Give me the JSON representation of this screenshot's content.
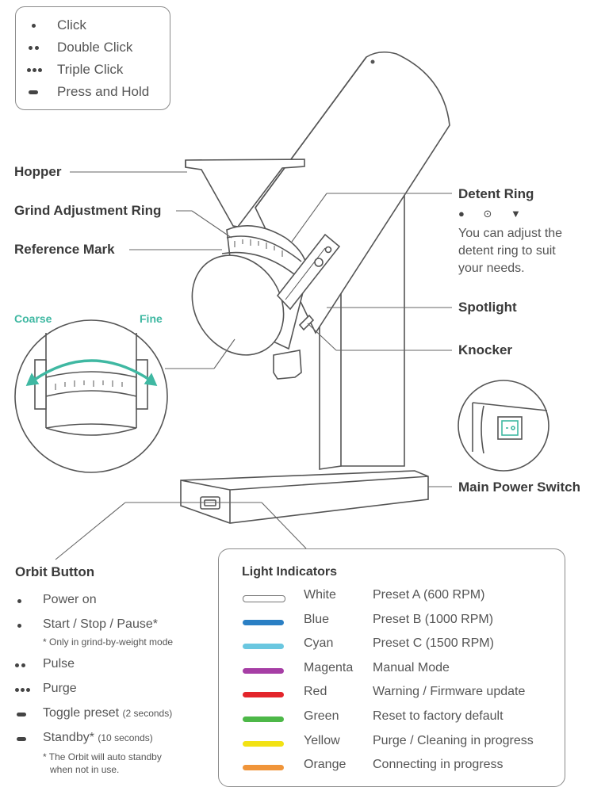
{
  "legend": {
    "items": [
      {
        "symbol": "single-dot",
        "label": "Click"
      },
      {
        "symbol": "double-dot",
        "label": "Double Click"
      },
      {
        "symbol": "triple-dot",
        "label": "Triple Click"
      },
      {
        "symbol": "dash",
        "label": "Press and Hold"
      }
    ]
  },
  "callouts": {
    "hopper": "Hopper",
    "grind_ring": "Grind Adjustment Ring",
    "reference_mark": "Reference Mark",
    "detent_ring": "Detent Ring",
    "detent_symbols": "● ⊙ ▼",
    "detent_note_lines": [
      "You can adjust the",
      "detent ring to suit",
      "your needs."
    ],
    "spotlight": "Spotlight",
    "knocker": "Knocker",
    "main_power_switch": "Main Power Switch",
    "coarse": "Coarse",
    "fine": "Fine"
  },
  "orbit_button": {
    "title": "Orbit Button",
    "items": [
      {
        "symbol": "single-dot",
        "label": "Power on",
        "suffix": ""
      },
      {
        "symbol": "single-dot",
        "label": "Start / Stop / Pause*",
        "suffix": ""
      },
      {
        "symbol": "double-dot",
        "label": "Pulse",
        "suffix": ""
      },
      {
        "symbol": "triple-dot",
        "label": "Purge",
        "suffix": ""
      },
      {
        "symbol": "dash",
        "label": "Toggle preset",
        "suffix": "(2 seconds)"
      },
      {
        "symbol": "dash",
        "label": "Standby*",
        "suffix": "(10 seconds)"
      }
    ],
    "note_start": "* Only in grind-by-weight mode",
    "note_standby_lines": [
      "* The Orbit will auto standby",
      "when not in use."
    ]
  },
  "light_indicators": {
    "title": "Light Indicators",
    "rows": [
      {
        "color_name": "White",
        "hex": "#ffffff",
        "meaning": "Preset A (600 RPM)"
      },
      {
        "color_name": "Blue",
        "hex": "#2a7fc4",
        "meaning": "Preset B (1000 RPM)"
      },
      {
        "color_name": "Cyan",
        "hex": "#6ac7e0",
        "meaning": "Preset C (1500 RPM)"
      },
      {
        "color_name": "Magenta",
        "hex": "#a63ea5",
        "meaning": "Manual Mode"
      },
      {
        "color_name": "Red",
        "hex": "#e3252b",
        "meaning": "Warning / Firmware update"
      },
      {
        "color_name": "Green",
        "hex": "#4db848",
        "meaning": "Reset to factory default"
      },
      {
        "color_name": "Yellow",
        "hex": "#f2e213",
        "meaning": "Purge / Cleaning in progress"
      },
      {
        "color_name": "Orange",
        "hex": "#f0953a",
        "meaning": "Connecting in progress"
      }
    ]
  },
  "colors": {
    "line": "#555555",
    "accent_teal": "#3fb8a2"
  }
}
